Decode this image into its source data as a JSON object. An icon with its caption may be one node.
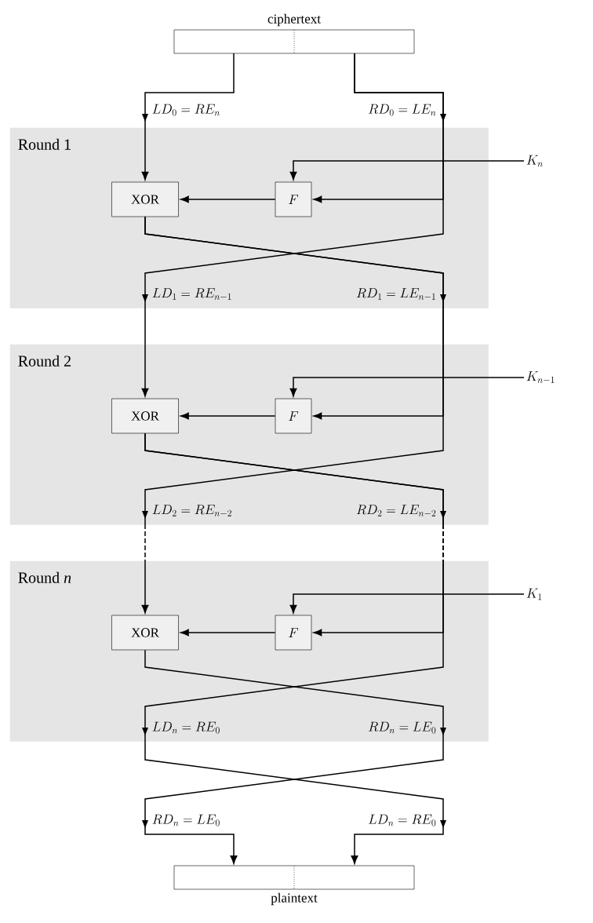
{
  "diagram": {
    "nodes": [
      {
        "text": [
          "ciphertext"
        ]
      },
      {
        "text": [
          "Round 1"
        ]
      },
      {
        "text": [
          "XOR"
        ],
        "in": 1
      },
      {
        "text": [
          "F"
        ],
        "in": 1
      },
      {
        "text": [
          "K_n"
        ]
      },
      {
        "text": [
          "Round 2"
        ]
      },
      {
        "text": [
          "XOR"
        ],
        "in": 5
      },
      {
        "text": [
          "F"
        ],
        "in": 5
      },
      {
        "text": [
          "K_{n-1}"
        ]
      },
      {
        "text": [
          "Round *n*"
        ]
      },
      {
        "text": [
          "XOR"
        ],
        "in": 9
      },
      {
        "text": [
          "F"
        ],
        "in": 9
      },
      {
        "text": [
          "K_1"
        ]
      },
      {
        "text": [
          "plaintext"
        ]
      }
    ],
    "edges": [
      {
        "from": 0,
        "to": 2,
        "arrow": "to"
      },
      {
        "from": 0,
        "to": 3,
        "arrow": "to"
      },
      {
        "from": 4,
        "to": 3,
        "arrow": "to"
      },
      {
        "from": 3,
        "to": 2,
        "arrow": "to"
      },
      {
        "from": 2,
        "to": 7,
        "arrow": "to"
      },
      {
        "from": 0,
        "to": 6,
        "arrow": "to"
      },
      {
        "from": 8,
        "to": 7,
        "arrow": "to"
      },
      {
        "from": 7,
        "to": 6,
        "arrow": "to"
      },
      {
        "from": 2,
        "to": 10,
        "arrow": "to"
      },
      {
        "from": 6,
        "to": 11,
        "arrow": "to"
      },
      {
        "from": 6,
        "to": 13,
        "arrow": "to"
      },
      {
        "from": 12,
        "to": 11,
        "arrow": "to"
      },
      {
        "from": 11,
        "to": 10,
        "arrow": "to"
      },
      {
        "from": 10,
        "to": 13,
        "arrow": "to"
      }
    ],
    "labels": [
      "LD_0 = RE_n",
      "RD_0 = LE_n",
      "LD_1 = RE_{n-1}",
      "RD_1 = LE_{n-1}",
      "LD_2 = RE_{n-2}",
      "RD_2 = LE_{n-2}",
      "LD_n = RE_0",
      "RD_n = LE_0",
      "RD_n = LE_0",
      "LD_n = RE_0"
    ]
  }
}
